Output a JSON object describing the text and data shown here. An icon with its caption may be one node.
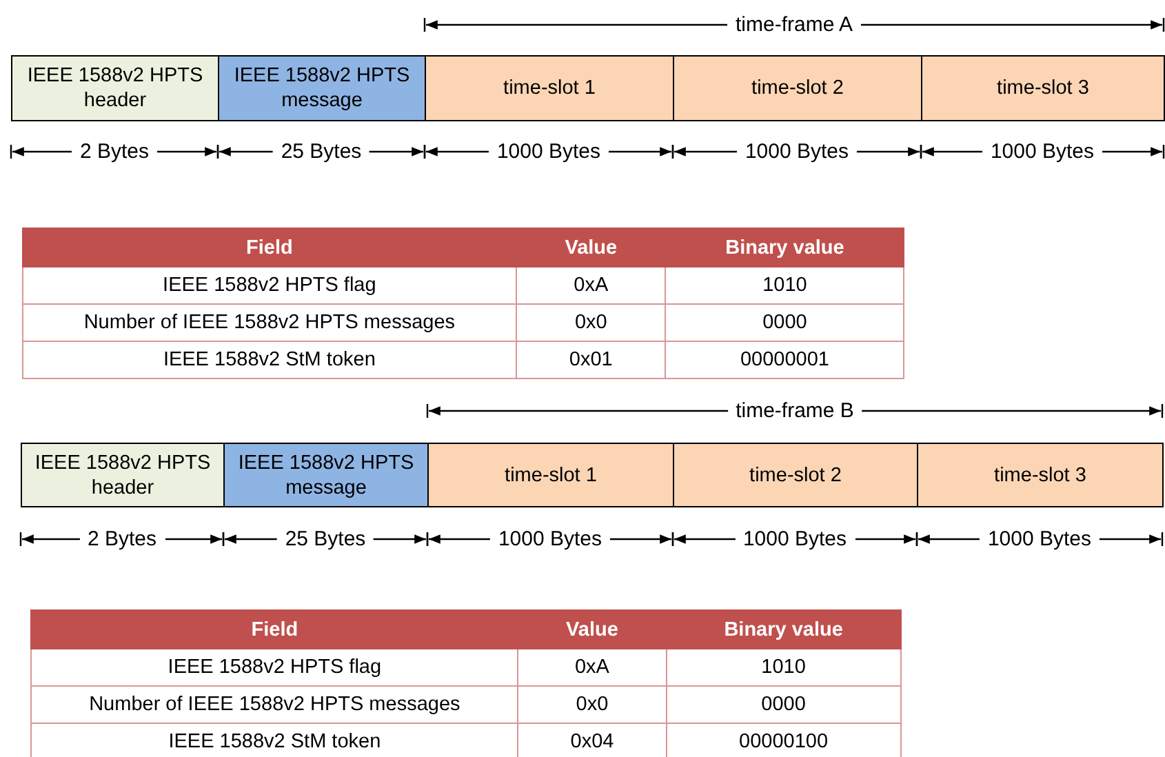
{
  "diagram": {
    "nodes": [
      {
        "text": [
          "IEEE 1588v2 HPTS header"
        ]
      },
      {
        "text": [
          "IEEE 1588v2 HPTS message"
        ]
      },
      {
        "text": [
          "time-slot 1"
        ]
      },
      {
        "text": [
          "time-slot 2"
        ]
      },
      {
        "text": [
          "time-slot 3"
        ]
      },
      {
        "text": [
          "IEEE 1588v2 HPTS header"
        ]
      },
      {
        "text": [
          "IEEE 1588v2 HPTS message"
        ]
      },
      {
        "text": [
          "time-slot 1"
        ]
      },
      {
        "text": [
          "time-slot 2"
        ]
      },
      {
        "text": [
          "time-slot 3"
        ]
      }
    ],
    "labels": [
      "time-frame A",
      "2 Bytes",
      "25 Bytes",
      "1000 Bytes",
      "1000 Bytes",
      "1000 Bytes",
      "Field",
      "Value",
      "Binary value",
      "IEEE 1588v2 HPTS flag",
      "0xA",
      "1010",
      "Number of IEEE 1588v2 HPTS messages",
      "0x0",
      "0000",
      "IEEE 1588v2 StM token",
      "0x01",
      "00000001",
      "time-frame B",
      "2 Bytes",
      "25 Bytes",
      "1000 Bytes",
      "1000 Bytes",
      "1000 Bytes",
      "Field",
      "Value",
      "Binary value",
      "IEEE 1588v2 HPTS flag",
      "0xA",
      "1010",
      "Number of IEEE 1588v2 HPTS messages",
      "0x0",
      "0000",
      "IEEE 1588v2 StM token",
      "0x04",
      "00000100"
    ]
  }
}
